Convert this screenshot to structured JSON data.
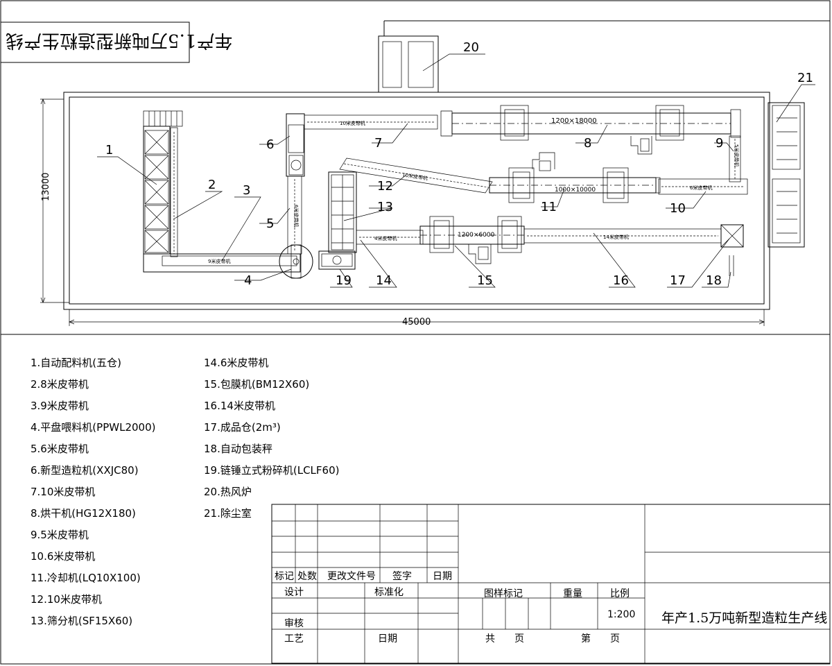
{
  "mirrored_title": "年产1.5万吨新型造粒生产线",
  "dims": {
    "height": "13000",
    "width": "45000"
  },
  "callouts": [
    "1",
    "2",
    "3",
    "4",
    "5",
    "6",
    "7",
    "8",
    "9",
    "10",
    "11",
    "12",
    "13",
    "14",
    "15",
    "16",
    "17",
    "18",
    "19",
    "20",
    "21"
  ],
  "conveyor_labels": {
    "c3": "9米皮带机",
    "c5": "6米皮带机",
    "c7": "10米皮带机",
    "c9": "5米皮带机",
    "c10": "6米皮带机",
    "c12": "10米皮带机",
    "c14": "4米皮带机",
    "c16": "14米皮带机"
  },
  "drum_labels": {
    "dryer": "1200×18000",
    "cooler": "1000×10000",
    "coater": "1200×6000"
  },
  "legend_left": [
    "1.自动配料机(五仓)",
    "2.8米皮带机",
    "3.9米皮带机",
    "4.平盘喂料机(PPWL2000)",
    "5.6米皮带机",
    "6.新型造粒机(XXJC80)",
    "7.10米皮带机",
    "8.烘干机(HG12X180)",
    "9.5米皮带机",
    "10.6米皮带机",
    "11.冷却机(LQ10X100)",
    "12.10米皮带机",
    "13.筛分机(SF15X60)"
  ],
  "legend_right": [
    "14.6米皮带机",
    "15.包膜机(BM12X60)",
    "16.14米皮带机",
    "17.成品仓(2m³)",
    "18.自动包装秤",
    "19.链锤立式粉碎机(LCLF60)",
    "20.热风炉",
    "21.除尘室"
  ],
  "title_block": {
    "mark": "标记",
    "count": "处数",
    "doc": "更改文件号",
    "sign": "签字",
    "date": "日期",
    "design": "设计",
    "standard": "标准化",
    "review": "审核",
    "process": "工艺",
    "date2": "日期",
    "pattern": "图样标记",
    "weight": "重量",
    "scale_label": "比例",
    "scale": "1:200",
    "total": "共　　页",
    "page": "第　　页",
    "title": "年产1.5万吨新型造粒生产线"
  }
}
